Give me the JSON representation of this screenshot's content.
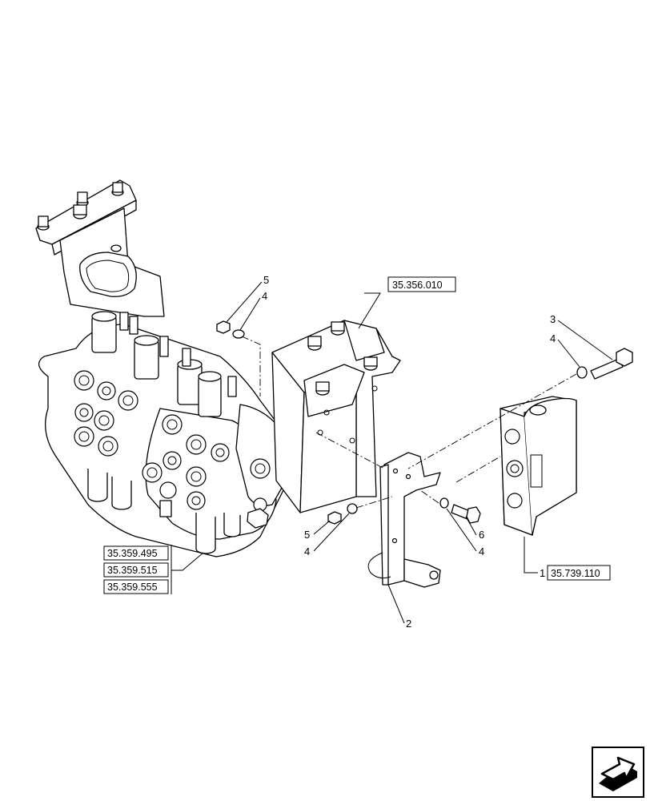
{
  "callouts": {
    "c1": "1",
    "c2": "2",
    "c3": "3",
    "c4_upper_left": "4",
    "c4_upper_right": "4",
    "c4_lower_left": "4",
    "c4_lower_right": "4",
    "c5_upper": "5",
    "c5_lower": "5",
    "c6": "6"
  },
  "references": {
    "ref_support": "35.356.010",
    "ref_valve_1": "35.359.495",
    "ref_valve_2": "35.359.515",
    "ref_valve_3": "35.359.555",
    "ref_section": "35.739.110"
  },
  "navigation": {
    "icon": "next-page-arrow-icon"
  }
}
